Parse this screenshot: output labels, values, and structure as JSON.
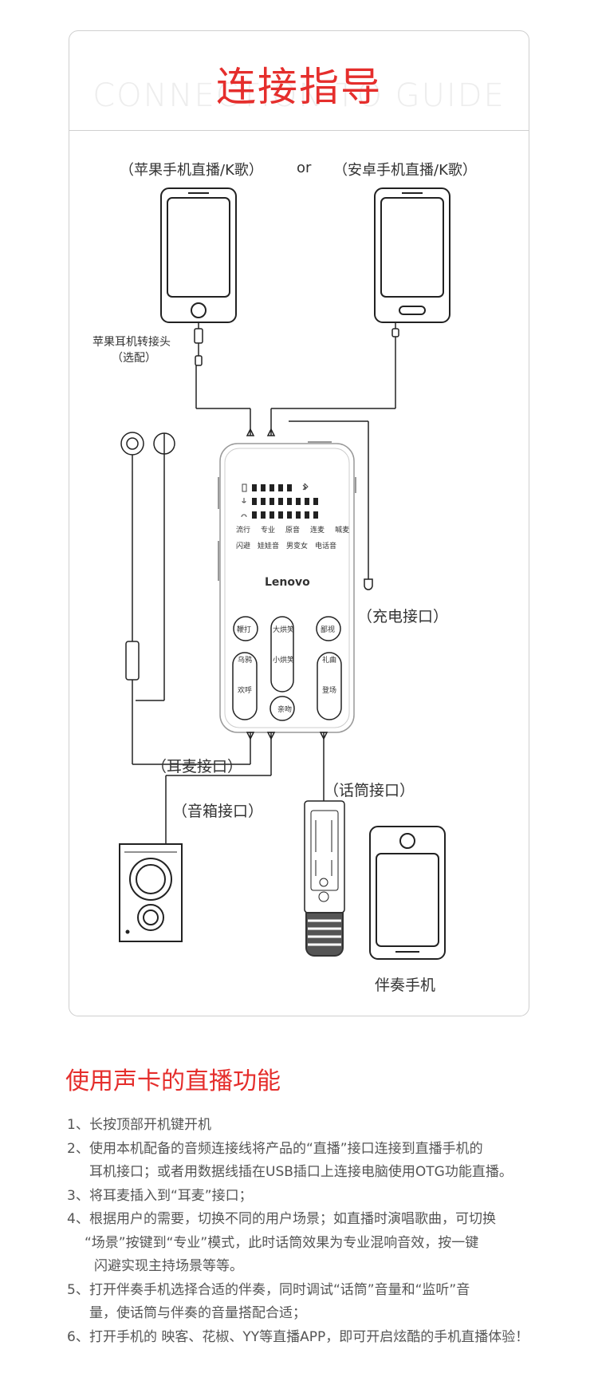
{
  "header": {
    "title": "连接指导",
    "subtitle_en": "CONNECTION TO GUIDE"
  },
  "diagram": {
    "phone_apple_label": "（苹果手机直播/K歌）",
    "or_label": "or",
    "phone_android_label": "（安卓手机直播/K歌）",
    "adapter_label_line1": "苹果耳机转接头",
    "adapter_label_line2": "（选配）",
    "brand": "Lenovo",
    "icon_rows": {
      "row1_marker": "battery-icon",
      "row2_marker": "mic-icon",
      "row3_marker": "headphone-icon"
    },
    "mode_row1": [
      "流行",
      "专业",
      "原音",
      "连麦",
      "喊麦"
    ],
    "mode_row2": [
      "闪避",
      "娃娃音",
      "男变女",
      "电话音"
    ],
    "buttons": {
      "b1": "鞭打",
      "b2": "大烘笑",
      "b3": "鄙视",
      "b4": "乌鸦",
      "b5": "小烘笑",
      "b6": "礼曲",
      "b7": "欢呼",
      "b8": "亲吻",
      "b9": "登场"
    },
    "charge_label": "（充电接口）",
    "headset_label": "（耳麦接口）",
    "speaker_label": "（音箱接口）",
    "mic_label": "（话筒接口）",
    "accompany_label": "伴奏手机"
  },
  "section": {
    "title": "使用声卡的直播功能"
  },
  "steps": [
    {
      "num": "1、",
      "lines": [
        "长按顶部开机键开机"
      ]
    },
    {
      "num": "2、",
      "lines": [
        "使用本机配备的音频连接线将产品的“直播”接口连接到直播手机的",
        "耳机接口；或者用数据线插在USB插口上连接电脑使用OTG功能直播。"
      ]
    },
    {
      "num": "3、",
      "lines": [
        "将耳麦插入到“耳麦”接口；"
      ]
    },
    {
      "num": "4、",
      "lines": [
        "根据用户的需要，切换不同的用户场景；如直播时演唱歌曲，可切换",
        "“场景”按键到“专业”模式，此时话筒效果为专业混响音效，按一键",
        "闪避实现主持场景等等。"
      ]
    },
    {
      "num": "5、",
      "lines": [
        "打开伴奏手机选择合适的伴奏，同时调试“话筒”音量和“监听”音",
        "量，使话筒与伴奏的音量搭配合适；"
      ]
    },
    {
      "num": "6、",
      "lines": [
        "打开手机的 映客、花椒、YY等直播APP，即可开启炫酷的手机直播体验！"
      ]
    }
  ]
}
